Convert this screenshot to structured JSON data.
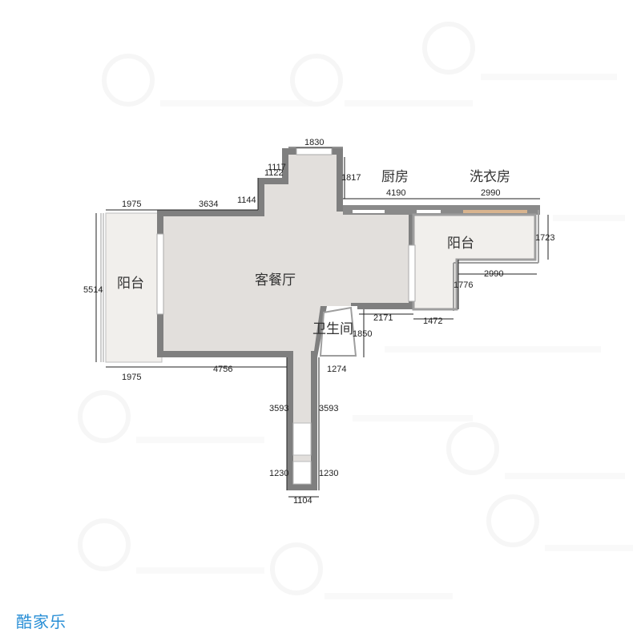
{
  "rooms": {
    "living_dining": "客餐厅",
    "kitchen": "厨房",
    "laundry": "洗衣房",
    "balcony_left": "阳台",
    "balcony_right": "阳台",
    "bathroom": "卫生间"
  },
  "dimensions": {
    "top_1830": "1830",
    "left_1117": "1117",
    "left_1122": "1122",
    "left_1144": "1144",
    "top_1975": "1975",
    "top_3634": "3634",
    "side_1817": "1817",
    "kitchen_4190": "4190",
    "laundry_2990": "2990",
    "right_1723": "1723",
    "balcony_2990": "2990",
    "right_1776": "1776",
    "left_5514": "5514",
    "bottom_1975": "1975",
    "bottom_4756": "4756",
    "bath_2171": "2171",
    "bath_1472": "1472",
    "bath_1850": "1850",
    "bath_1274": "1274",
    "corridor_3593_left": "3593",
    "corridor_3593_right": "3593",
    "corridor_1230_left": "1230",
    "corridor_1230_right": "1230",
    "bottom_1104": "1104"
  },
  "brand": "酷家乐",
  "colors": {
    "floor": "#e2dfdc",
    "wall": "#7f7f7f",
    "balcony_floor": "#f1efec",
    "brand": "#2a8fd6"
  }
}
